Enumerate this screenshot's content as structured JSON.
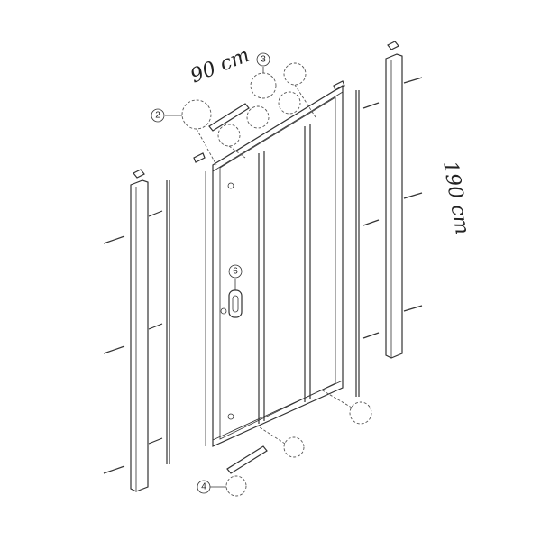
{
  "dimensions": {
    "width": "90 cm",
    "height": "190 cm"
  },
  "callouts": [
    "2",
    "3",
    "6",
    "4"
  ],
  "colors": {
    "line": "#333333",
    "background": "#ffffff"
  }
}
